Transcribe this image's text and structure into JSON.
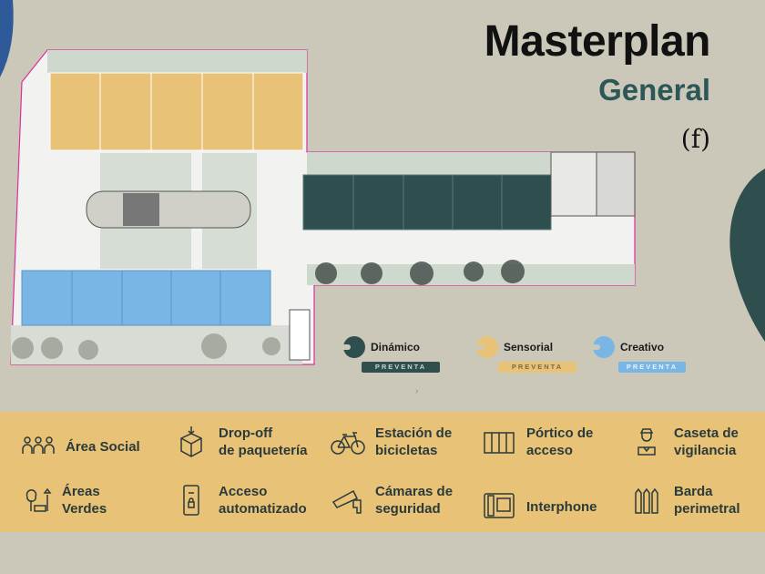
{
  "header": {
    "title": "Masterplan",
    "subtitle": "General",
    "logo": "(f)"
  },
  "legend": [
    {
      "label": "Dinámico",
      "badge": "PREVENTA",
      "color": "#2f4f4f",
      "badge_text_color": "#c9d3d0"
    },
    {
      "label": "Sensorial",
      "badge": "PREVENTA",
      "color": "#e8c276",
      "badge_text_color": "#7a6a4a"
    },
    {
      "label": "Creativo",
      "badge": "PREVENTA",
      "color": "#79b6e6",
      "badge_text_color": "#e6f2fb"
    }
  ],
  "nav": {
    "next_icon": "›"
  },
  "amenities": [
    {
      "icon": "people-icon",
      "line1": "Área Social",
      "line2": ""
    },
    {
      "icon": "package-icon",
      "line1": "Drop-off",
      "line2": "de paquetería"
    },
    {
      "icon": "bicycle-icon",
      "line1": "Estación de",
      "line2": "bicicletas"
    },
    {
      "icon": "gate-icon",
      "line1": "Pórtico de",
      "line2": "acceso"
    },
    {
      "icon": "guard-icon",
      "line1": "Caseta de",
      "line2": "vigilancia"
    },
    {
      "icon": "tree-icon",
      "line1": "Áreas",
      "line2": "Verdes"
    },
    {
      "icon": "phone-lock-icon",
      "line1": "Acceso",
      "line2": "automatizado"
    },
    {
      "icon": "camera-icon",
      "line1": "Cámaras de",
      "line2": "seguridad"
    },
    {
      "icon": "interphone-icon",
      "line1": "Interphone",
      "line2": ""
    },
    {
      "icon": "fence-icon",
      "line1": "Barda",
      "line2": "perimetral"
    }
  ],
  "colors": {
    "background": "#ccc8b9",
    "band": "#e8c276",
    "dark": "#2f4f4f",
    "blue": "#79b6e6",
    "orange": "#e8c276"
  }
}
